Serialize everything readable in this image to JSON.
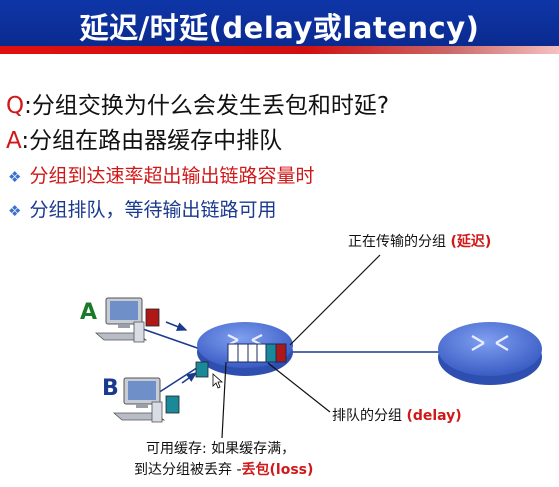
{
  "slide": {
    "title": "延迟/时延(delay或latency)",
    "question_tag": "Q",
    "question_text": ":分组交换为什么会发生丢包和时延?",
    "answer_tag": "A",
    "answer_text": ":分组在路由器缓存中排队",
    "bullets": [
      "分组到达速率超出输出链路容量时",
      "分组排队，等待输出链路可用"
    ]
  },
  "diagram": {
    "host_a": "A",
    "host_b": "B",
    "transmitting_label": "正在传输的分组",
    "transmitting_tag": "(延迟)",
    "queued_label": "排队的分组",
    "queued_tag": "(delay)",
    "buffer_line1": "可用缓存: 如果缓存满，",
    "buffer_line2_prefix": "到达分组被丢弃 -",
    "buffer_line2_red": "丢包(loss)",
    "colors": {
      "title_bar": "#0f36a8",
      "accent_red": "#d01818",
      "router": "#4a6fd4",
      "packet_red": "#b01818",
      "packet_teal": "#1a8a9a",
      "host_green": "#1a7a2a",
      "host_blue": "#1a3a8f"
    }
  }
}
